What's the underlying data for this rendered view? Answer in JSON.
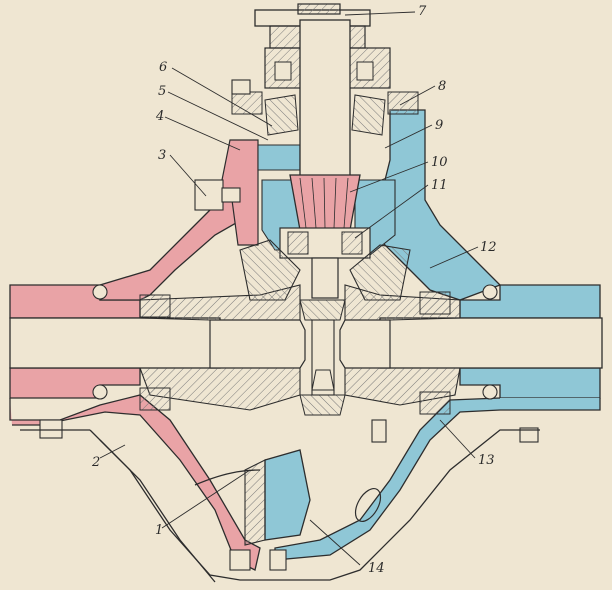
{
  "colors": {
    "paper": "#efe6d2",
    "red_part": "#e9a3a6",
    "blue_part": "#8fc7d6",
    "line": "#2d2d2d",
    "hatch": "#6a6a6a"
  },
  "callouts": [
    {
      "id": "1",
      "text": "1"
    },
    {
      "id": "2",
      "text": "2"
    },
    {
      "id": "3",
      "text": "3"
    },
    {
      "id": "4",
      "text": "4"
    },
    {
      "id": "5",
      "text": "5"
    },
    {
      "id": "6",
      "text": "6"
    },
    {
      "id": "7",
      "text": "7"
    },
    {
      "id": "8",
      "text": "8"
    },
    {
      "id": "9",
      "text": "9"
    },
    {
      "id": "10",
      "text": "10"
    },
    {
      "id": "11",
      "text": "11"
    },
    {
      "id": "12",
      "text": "12"
    },
    {
      "id": "13",
      "text": "13"
    },
    {
      "id": "14",
      "text": "14"
    }
  ]
}
